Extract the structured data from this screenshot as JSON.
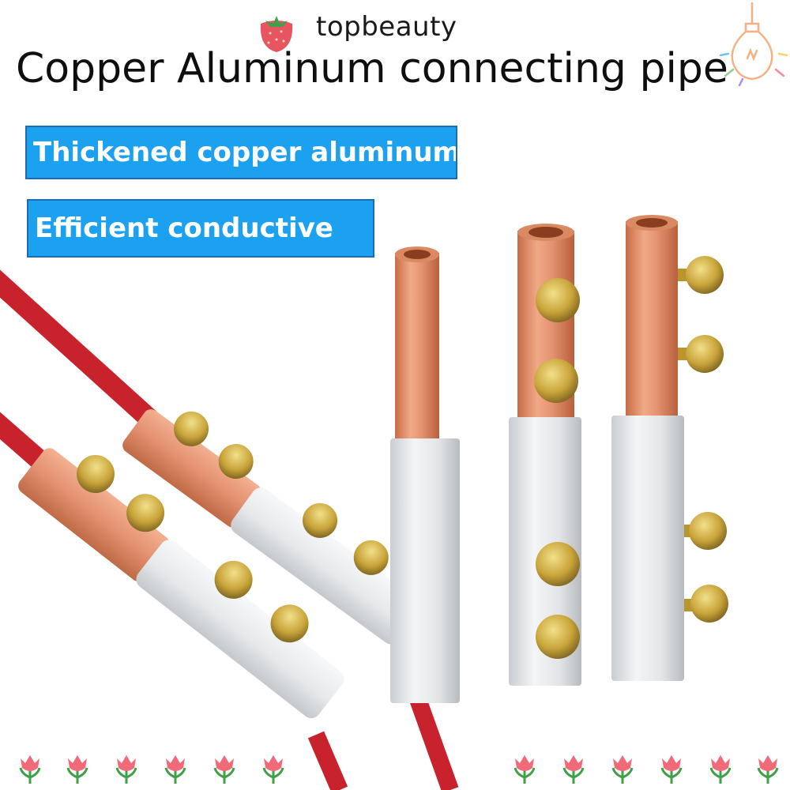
{
  "brand": {
    "name": "topbeauty"
  },
  "headline": "Copper Aluminum connecting pipe",
  "features": [
    "Thickened copper aluminum",
    "Efficient conductive"
  ],
  "palette": {
    "feature_bg": "#1ca0f0",
    "copper": "#e0906a",
    "aluminum": "#e8eaec",
    "cable": "#c8222c",
    "screw": "#c9a43a",
    "flower": "#f06a7a",
    "leaf": "#3fa048"
  },
  "icons": [
    "strawberry-icon",
    "light-bulb-icon",
    "tulip-icon"
  ]
}
